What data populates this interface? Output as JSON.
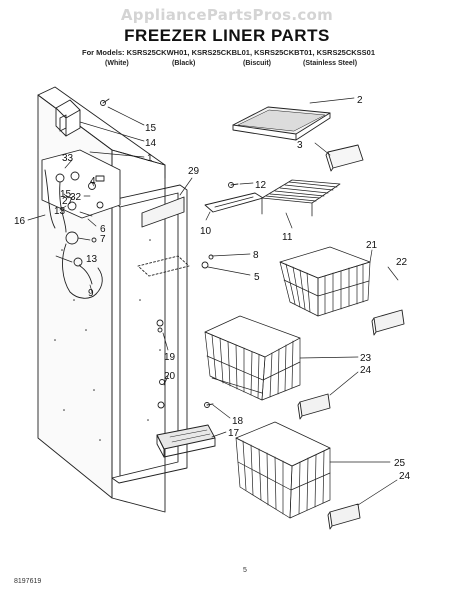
{
  "watermark": "AppliancePartsPros.com",
  "title": "FREEZER LINER PARTS",
  "models_line": "For Models: KSRS25CKWH01, KSRS25CKBL01, KSRS25CKBT01, KSRS25CKSS01",
  "variants": [
    "(White)",
    "(Black)",
    "(Biscuit)",
    "(Stainless Steel)"
  ],
  "callouts": [
    "2",
    "3",
    "33",
    "15",
    "14",
    "1",
    "29",
    "12",
    "4",
    "32",
    "15",
    "16",
    "13",
    "27",
    "7",
    "13",
    "6",
    "10",
    "11",
    "8",
    "5",
    "9",
    "21",
    "22",
    "19",
    "20",
    "23",
    "24",
    "18",
    "17",
    "25",
    "24"
  ],
  "page_number": "5",
  "document_number": "8197619"
}
